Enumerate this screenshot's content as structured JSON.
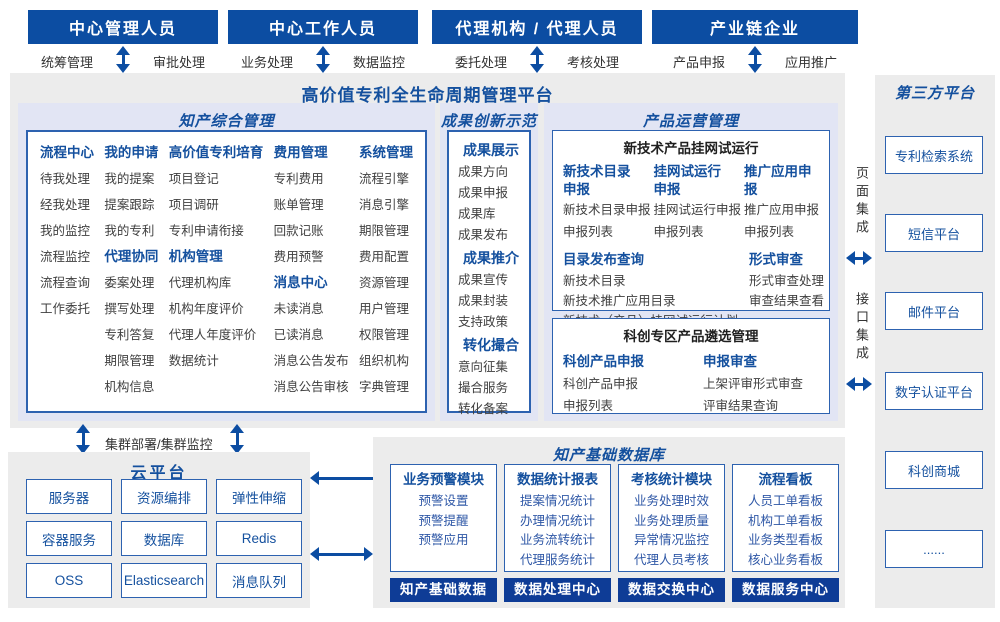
{
  "colors": {
    "bar_blue": "#0c4da2",
    "navy": "#0e3c96",
    "heading_blue": "#14509e",
    "border_blue": "#2d62b0",
    "panel_lavender": "#e2e5f4",
    "panel_gray": "#ececec"
  },
  "actors": [
    {
      "title": "中心管理人员",
      "left": "统筹管理",
      "right": "审批处理"
    },
    {
      "title": "中心工作人员",
      "left": "业务处理",
      "right": "数据监控"
    },
    {
      "title": "代理机构 / 代理人员",
      "left": "委托处理",
      "right": "考核处理"
    },
    {
      "title": "产业链企业",
      "left": "产品申报",
      "right": "应用推广"
    }
  ],
  "platform": {
    "title": "高价值专利全生命周期管理平台",
    "zonghe": {
      "title": "知产综合管理",
      "columns": [
        {
          "sections": [
            {
              "heading": "流程中心",
              "items": [
                "待我处理",
                "经我处理",
                "我的监控",
                "流程监控",
                "流程查询",
                "工作委托"
              ]
            }
          ]
        },
        {
          "sections": [
            {
              "heading": "我的申请",
              "items": [
                "我的提案",
                "提案跟踪",
                "我的专利"
              ]
            },
            {
              "heading": "代理协同",
              "items": [
                "委案处理",
                "撰写处理",
                "专利答复",
                "期限管理",
                "机构信息"
              ]
            }
          ]
        },
        {
          "sections": [
            {
              "heading": "高价值专利培育",
              "items": [
                "项目登记",
                "项目调研",
                "专利申请衔接"
              ]
            },
            {
              "heading": "机构管理",
              "items": [
                "代理机构库",
                "机构年度评价",
                "代理人年度评价",
                "数据统计"
              ]
            }
          ]
        },
        {
          "sections": [
            {
              "heading": "费用管理",
              "items": [
                "专利费用",
                "账单管理",
                "回款记账",
                "费用预警"
              ]
            },
            {
              "heading": "消息中心",
              "items": [
                "未读消息",
                "已读消息",
                "消息公告发布",
                "消息公告审核"
              ]
            }
          ]
        },
        {
          "sections": [
            {
              "heading": "系统管理",
              "items": [
                "流程引擎",
                "消息引擎",
                "期限管理",
                "费用配置",
                "资源管理",
                "用户管理",
                "权限管理",
                "组织机构",
                "字典管理"
              ]
            }
          ]
        }
      ]
    },
    "chengguo": {
      "title": "成果创新示范",
      "sections": [
        {
          "heading": "成果展示",
          "items": [
            "成果方向",
            "成果申报",
            "成果库",
            "成果发布"
          ]
        },
        {
          "heading": "成果推介",
          "items": [
            "成果宣传",
            "成果封装",
            "支持政策"
          ]
        },
        {
          "heading": "转化撮合",
          "items": [
            "意向征集",
            "撮合服务",
            "转化备案"
          ]
        }
      ]
    },
    "chanpin": {
      "title": "产品运营管理",
      "subboxes": [
        {
          "title": "新技术产品挂网试运行",
          "columns": [
            {
              "heading": "新技术目录\n申报",
              "items": [
                "新技术目录申报",
                "申报列表"
              ]
            },
            {
              "heading": "挂网试运行\n申报",
              "items": [
                "挂网试运行申报",
                "申报列表"
              ]
            },
            {
              "heading": "推广应用申报",
              "items": [
                "推广应用申报",
                "申报列表"
              ]
            }
          ],
          "bottom_left": {
            "heading": "目录发布查询",
            "items": [
              "新技术目录",
              "新技术推广应用目录",
              "新技术（产品）挂网试运行计划"
            ]
          },
          "bottom_right": {
            "heading": "形式审查",
            "items": [
              "形式审查处理",
              "审查结果查看"
            ]
          }
        },
        {
          "title": "科创专区产品遴选管理",
          "columns": [
            {
              "heading": "科创产品申报",
              "items": [
                "科创产品申报",
                "申报列表"
              ]
            },
            {
              "heading": "申报审查",
              "items": [
                "上架评审形式审查",
                "评审结果查询"
              ]
            }
          ]
        }
      ]
    }
  },
  "integration": {
    "page": "页面集成",
    "api": "接口集成"
  },
  "third_party": {
    "title": "第三方平台",
    "items": [
      "专利检索系统",
      "短信平台",
      "邮件平台",
      "数字认证平台",
      "科创商城",
      "......"
    ]
  },
  "cluster_label": "集群部署/集群监控",
  "cloud": {
    "title": "云平台",
    "items": [
      "服务器",
      "资源编排",
      "弹性伸缩",
      "容器服务",
      "数据库",
      "Redis",
      "OSS",
      "Elasticsearch",
      "消息队列"
    ]
  },
  "database": {
    "title": "知产基础数据库",
    "columns": [
      {
        "heading": "业务预警模块",
        "items": [
          "预警设置",
          "预警提醒",
          "预警应用"
        ],
        "footer": "知产基础数据"
      },
      {
        "heading": "数据统计报表",
        "items": [
          "提案情况统计",
          "办理情况统计",
          "业务流转统计",
          "代理服务统计"
        ],
        "footer": "数据处理中心"
      },
      {
        "heading": "考核统计模块",
        "items": [
          "业务处理时效",
          "业务处理质量",
          "异常情况监控",
          "代理人员考核"
        ],
        "footer": "数据交换中心"
      },
      {
        "heading": "流程看板",
        "items": [
          "人员工单看板",
          "机构工单看板",
          "业务类型看板",
          "核心业务看板"
        ],
        "footer": "数据服务中心"
      }
    ]
  }
}
